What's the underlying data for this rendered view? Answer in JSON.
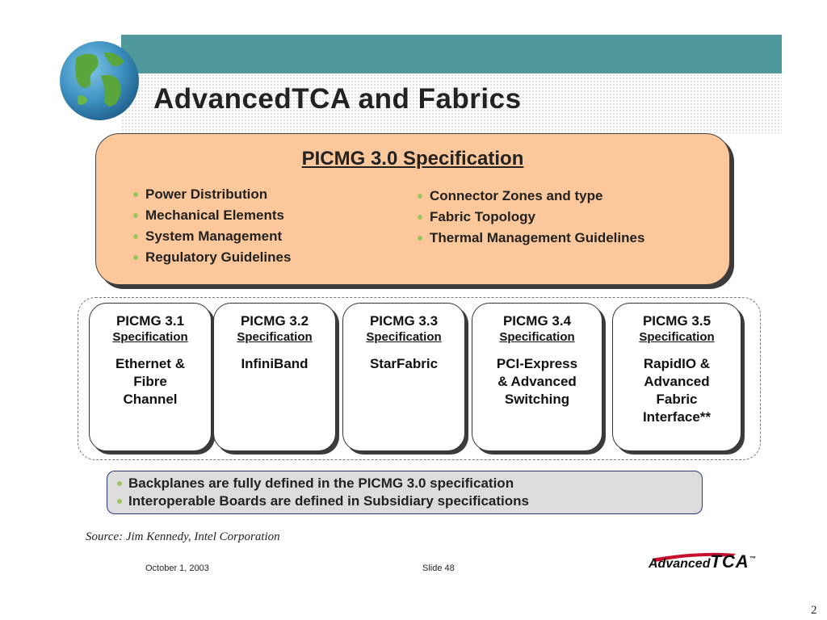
{
  "title": "AdvancedTCA and Fabrics",
  "main_spec": {
    "title": "PICMG 3.0 Specification",
    "left_items": [
      "Power Distribution",
      "Mechanical Elements",
      "System Management",
      "Regulatory Guidelines"
    ],
    "right_items": [
      "Connector Zones and type",
      "Fabric Topology",
      "Thermal Management Guidelines"
    ]
  },
  "subsidiary_specs": [
    {
      "name": "PICMG 3.1",
      "label": "Specification",
      "fabric": "Ethernet &\nFibre\nChannel"
    },
    {
      "name": "PICMG 3.2",
      "label": "Specification",
      "fabric": "InfiniBand"
    },
    {
      "name": "PICMG 3.3",
      "label": "Specification",
      "fabric": "StarFabric"
    },
    {
      "name": "PICMG 3.4",
      "label": "Specification",
      "fabric": "PCI-Express\n& Advanced\nSwitching"
    },
    {
      "name": "PICMG 3.5",
      "label": "Specification",
      "fabric": "RapidIO &\nAdvanced\nFabric\nInterface**"
    }
  ],
  "notes": [
    "Backplanes are fully defined in the PICMG 3.0 specification",
    "Interoperable Boards are defined in Subsidiary specifications"
  ],
  "source": "Source:  Jim Kennedy, Intel Corporation",
  "footer": {
    "date": "October 1, 2003",
    "slide": "Slide 48",
    "logo_small": "Advanced",
    "logo_big": "TCA",
    "logo_mark": "™"
  },
  "page_number": "2",
  "colors": {
    "band": "#4f999c",
    "main_box": "#fcc89b",
    "bullet": "#9bc45e",
    "notes_box": "#dcdcdc",
    "notes_border": "#2b3a7a"
  }
}
